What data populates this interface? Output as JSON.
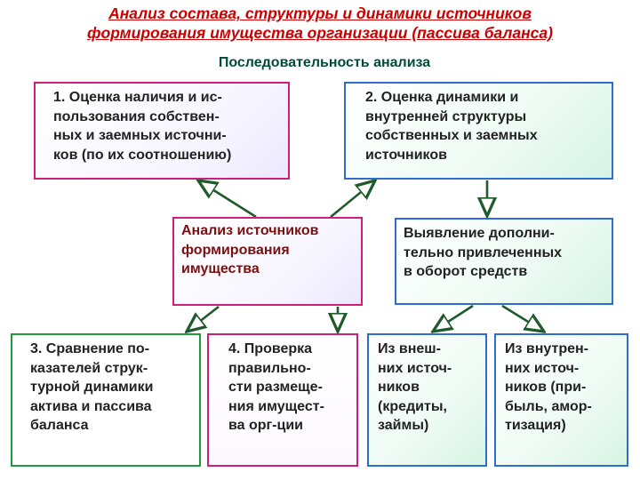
{
  "title": {
    "line1": "Анализ состава, структуры и динамики источников",
    "line2": "формирования имущества организации (пассива баланса)"
  },
  "subtitle": "Последовательность анализа",
  "boxes": {
    "b1": [
      "1. Оценка наличия и  ис-",
      "пользования собствен-",
      "ных и заемных источни-",
      "ков (по их соотношению)"
    ],
    "b2": [
      "2. Оценка динамики и",
      "внутренней структуры",
      "собственных и заемных",
      "источников"
    ],
    "center": [
      "Анализ источников",
      "формирования",
      "имущества"
    ],
    "reveal": [
      "Выявление дополни-",
      "тельно привлеченных",
      "в оборот средств"
    ],
    "b3": [
      "3. Сравнение по-",
      "казателей струк-",
      "турной динамики",
      "актива и пассива",
      "баланса"
    ],
    "b4": [
      "4. Проверка",
      "правильно-",
      "сти размеще-",
      "ния имущест-",
      "ва орг-ции"
    ],
    "external": [
      "Из внеш-",
      "них источ-",
      "ников",
      "(кредиты,",
      "займы)"
    ],
    "internal": [
      "Из внутрен-",
      "них источ-",
      "ников (при-",
      "быль, амор-",
      "тизация)"
    ]
  },
  "colors": {
    "title": "#cc0000",
    "subtitle": "#004b3a",
    "magenta_border": "#cc1f7a",
    "blue_border": "#2e6cd1",
    "green_border": "#1f9a3a",
    "arrow": "#1f5a2a"
  }
}
